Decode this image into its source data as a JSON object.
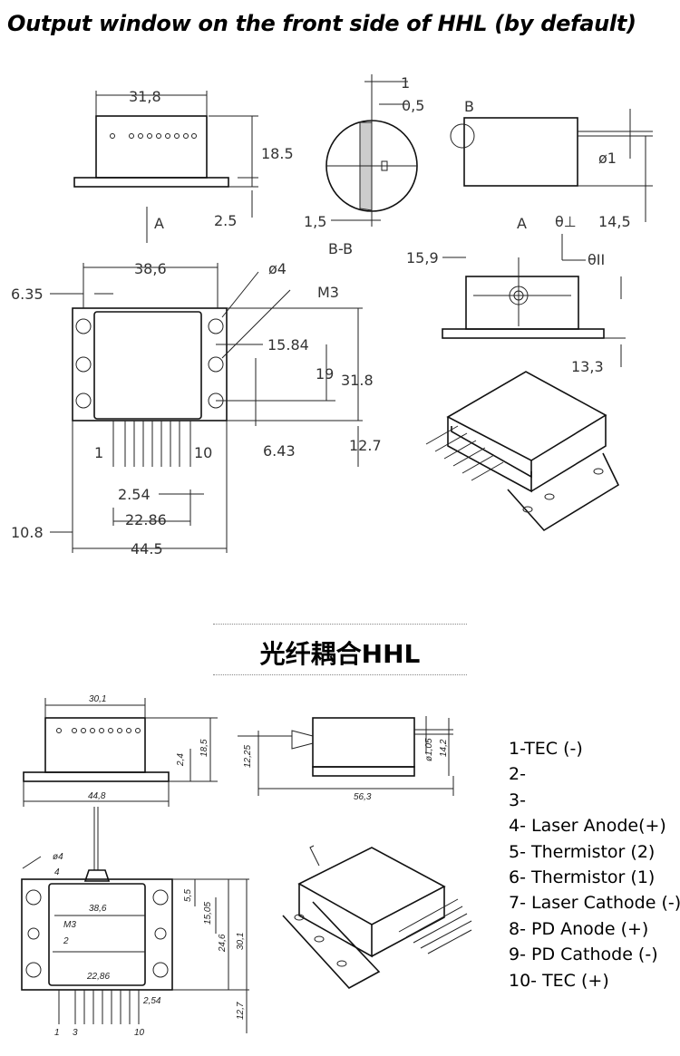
{
  "title": "Output window on the front side of HHL (by default)",
  "section_title": "光纤耦合HHL",
  "top_drawing": {
    "dim_31_8": "31,8",
    "dim_18_5": "18.5",
    "dim_2_5": "2.5",
    "view_a_label": "A",
    "dim_1": "1",
    "dim_0_5": "0,5",
    "dim_1_5": "1,5",
    "section_bb": "B-B",
    "view_b_label": "B",
    "dim_d1": "ø1",
    "dim_14_5": "14,5",
    "view_a2_label": "A",
    "theta_perp": "θ⊥",
    "theta_par": "θII",
    "dim_15_9": "15,9",
    "dim_13_3": "13,3",
    "dim_38_6": "38,6",
    "dim_d4": "ø4",
    "dim_m3": "M3",
    "dim_6_35": "6.35",
    "dim_15_84": "15.84",
    "dim_19": "19",
    "dim_31_8b": "31.8",
    "pin_1": "1",
    "pin_10": "10",
    "dim_6_43": "6.43",
    "dim_12_7": "12.7",
    "dim_2_54": "2.54",
    "dim_22_86": "22.86",
    "dim_10_8": "10.8",
    "dim_44_5": "44.5"
  },
  "bottom_drawing": {
    "dim_30_1": "30,1",
    "dim_2_4": "2,4",
    "dim_18_5": "18,5",
    "dim_44_8": "44,8",
    "dim_12_25": "12,25",
    "dim_d1_05": "ø1,05",
    "dim_14_2": "14,2",
    "dim_56_3": "56,3",
    "dim_d4": "ø4",
    "dim_4": "4",
    "dim_5_5": "5,5",
    "dim_38_6": "38,6",
    "dim_15_05": "15,05",
    "dim_m3": "M3",
    "dim_2": "2",
    "dim_24_6": "24,6",
    "dim_30_1b": "30,1",
    "dim_22_86": "22,86",
    "dim_2_54": "2,54",
    "dim_12_7": "12,7",
    "pin_1": "1",
    "pin_3": "3",
    "pin_10": "10"
  },
  "pin_list": [
    "1-TEC (-)",
    "2-",
    "3-",
    "4- Laser Anode(+)",
    "5- Thermistor (2)",
    "6- Thermistor (1)",
    "7- Laser Cathode (-)",
    "8- PD Anode (+)",
    "9- PD Cathode (-)",
    "10- TEC (+)"
  ]
}
